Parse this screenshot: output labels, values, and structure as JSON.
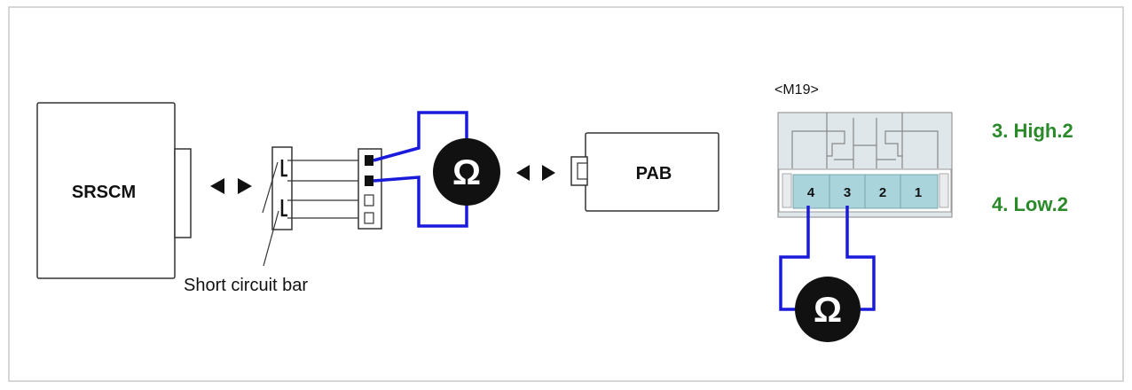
{
  "components": {
    "srscm": "SRSCM",
    "pab": "PAB",
    "short_bar": "Short circuit bar",
    "connector_id": "<M19>"
  },
  "connector_pins": [
    "4",
    "3",
    "2",
    "1"
  ],
  "meter_symbol": "Ω",
  "pin_labels": {
    "high": "3. High.2",
    "low": "4. Low.2"
  },
  "colors": {
    "wire": "#1a1adb",
    "label_green": "#2a8a2a",
    "pin_fill": "#a9d4dc",
    "housing_fill": "#dfe7ea"
  }
}
